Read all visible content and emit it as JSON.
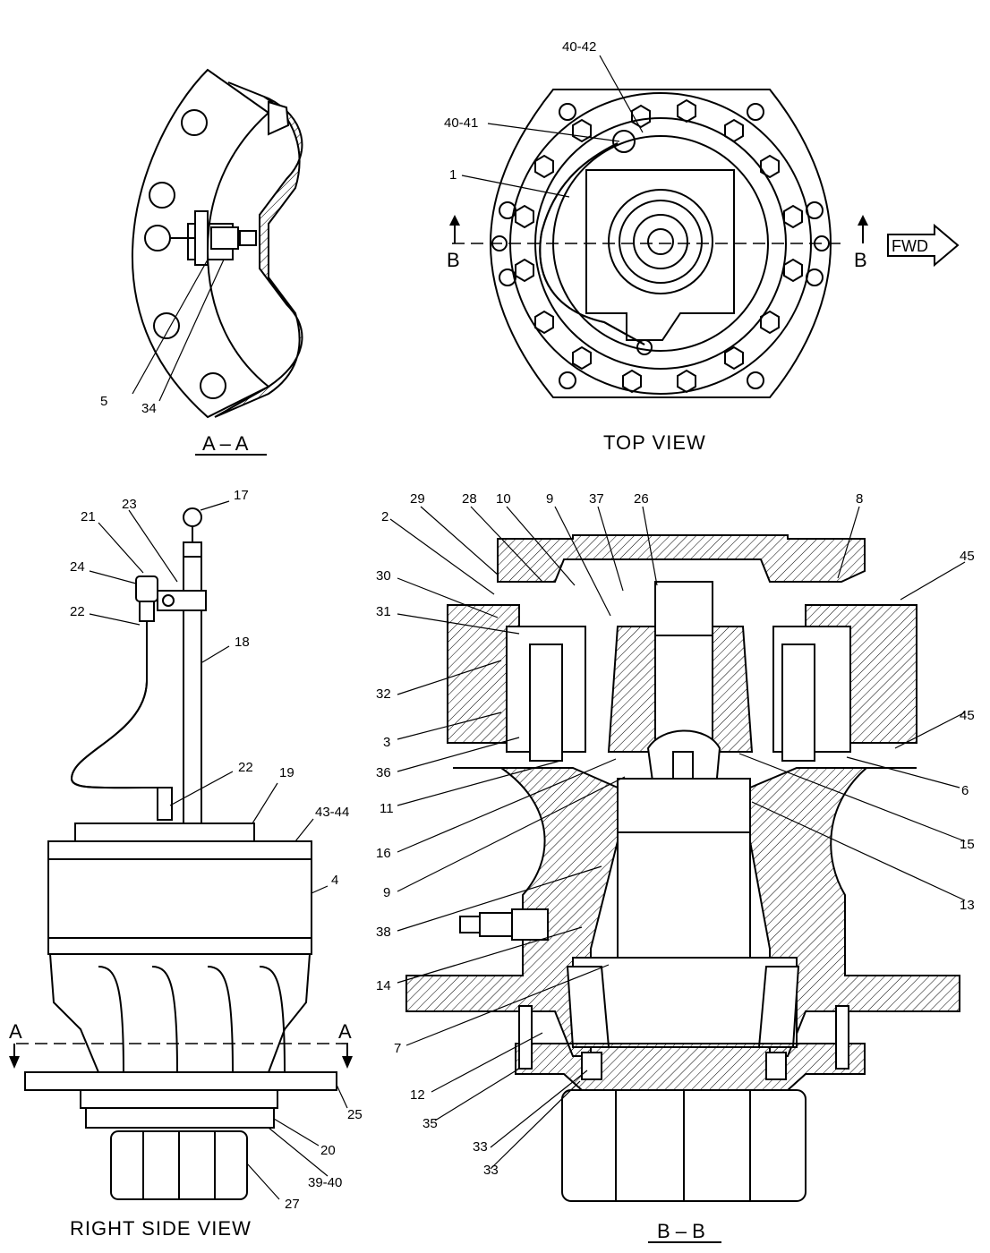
{
  "titles": {
    "section_aa": "A – A",
    "top_view": "TOP  VIEW",
    "right_side_view": "RIGHT  SIDE  VIEW",
    "section_bb": "B – B"
  },
  "markers": {
    "fwd": "FWD",
    "b": "B",
    "a": "A"
  },
  "labels_aa": [
    "5",
    "34"
  ],
  "labels_top": [
    "40-42",
    "40-41",
    "1"
  ],
  "labels_side": [
    "17",
    "21",
    "23",
    "24",
    "22",
    "18",
    "22",
    "19",
    "43-44",
    "4",
    "25",
    "20",
    "39-40",
    "27"
  ],
  "labels_bb": [
    "29",
    "28",
    "10",
    "9",
    "37",
    "26",
    "8",
    "2",
    "45",
    "30",
    "31",
    "32",
    "3",
    "45",
    "36",
    "6",
    "11",
    "16",
    "15",
    "9",
    "13",
    "38",
    "14",
    "7",
    "12",
    "35",
    "33",
    "33"
  ]
}
